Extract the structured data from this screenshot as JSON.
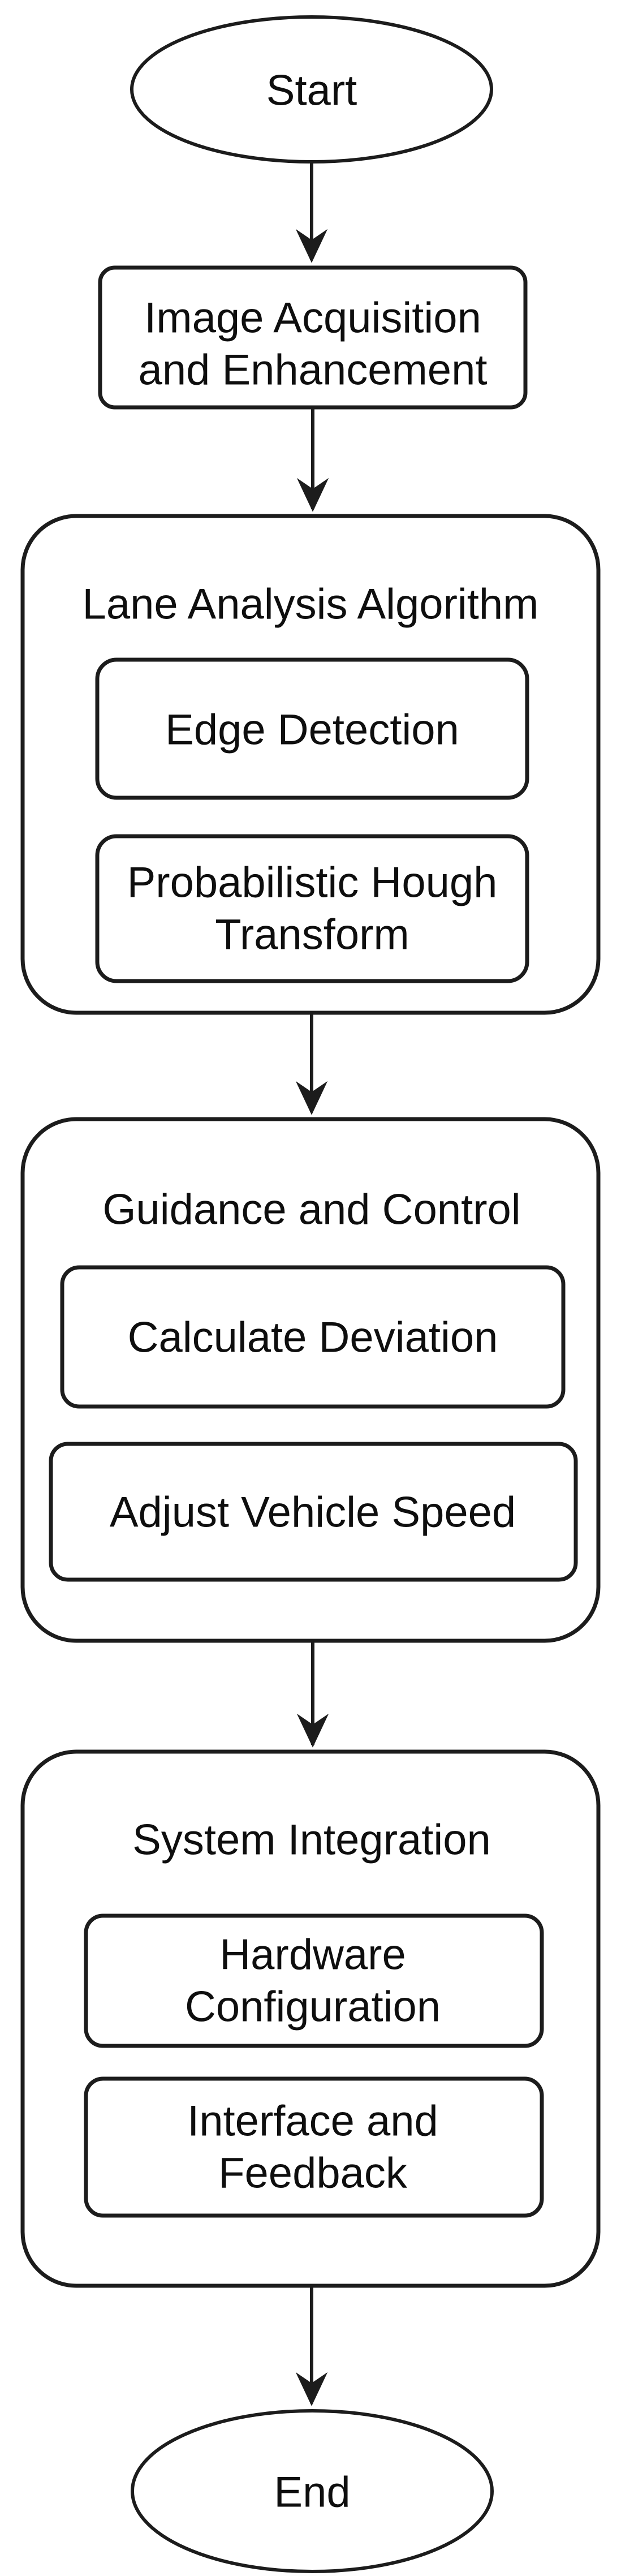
{
  "colors": {
    "bg": "#ffffff",
    "node_fill": "#ffffff",
    "stroke": "#1c1c1c",
    "text": "#0e0e0e"
  },
  "flowchart": {
    "start": {
      "label": "Start"
    },
    "image_acquisition": {
      "lines": [
        "Image Acquisition",
        "and Enhancement"
      ]
    },
    "lane_analysis": {
      "title": "Lane Analysis Algorithm",
      "edge_detection": {
        "lines": [
          "Edge Detection"
        ]
      },
      "hough_transform": {
        "lines": [
          "Probabilistic Hough",
          "Transform"
        ]
      }
    },
    "guidance_control": {
      "title": "Guidance and Control",
      "calculate_deviation": {
        "lines": [
          "Calculate Deviation"
        ]
      },
      "adjust_speed": {
        "lines": [
          "Adjust Vehicle Speed"
        ]
      }
    },
    "system_integration": {
      "title": "System Integration",
      "hardware_config": {
        "lines": [
          "Hardware",
          "Configuration"
        ]
      },
      "interface_feedback": {
        "lines": [
          "Interface and",
          "Feedback"
        ]
      }
    },
    "end": {
      "label": "End"
    }
  }
}
